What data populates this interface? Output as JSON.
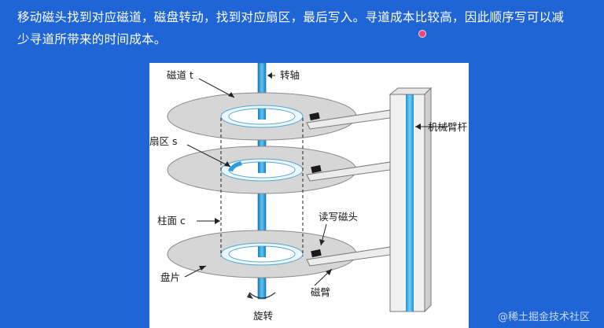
{
  "caption": {
    "line1": "移动磁头找到对应磁道，磁盘转动，找到对应扇区，最后写入。寻道成本比较高，因此顺序写可以减",
    "line2": "少寻道所带来的时间成本。"
  },
  "figure": {
    "labels": {
      "track": "磁道 t",
      "spindle": "转轴",
      "sector": "扇区 s",
      "arm_assembly": "机械臂杆",
      "cylinder": "柱面 c",
      "head": "读写磁头",
      "platter": "盘片",
      "arm": "磁臂",
      "rotation": "旋转"
    }
  },
  "watermark": "@稀土掘金技术社区",
  "colors": {
    "background": "#1f65d6",
    "spindle": "#2ea6e0",
    "platter": "#d4d4d4",
    "track": "#dff1fa"
  }
}
